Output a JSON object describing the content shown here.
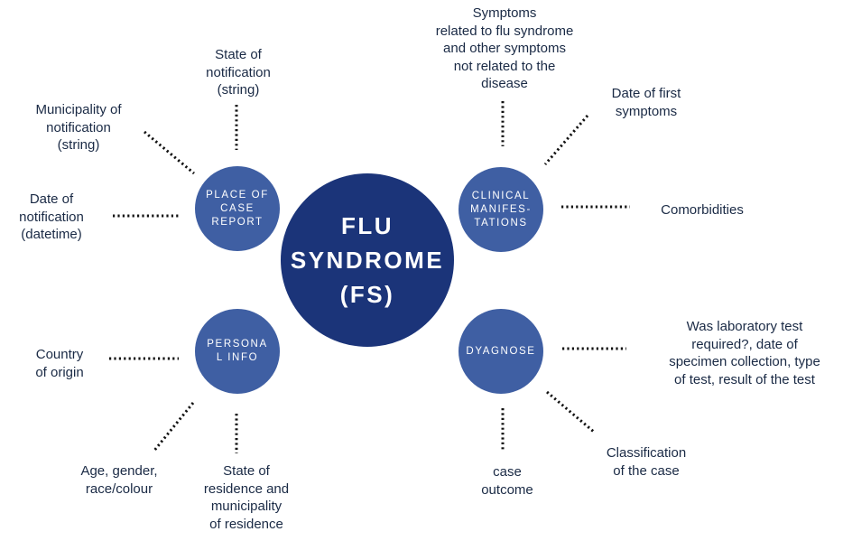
{
  "center": {
    "line1": "FLU",
    "line2": "SYNDROME",
    "line3": "(FS)"
  },
  "nodes": {
    "place": {
      "line1": "PLACE OF",
      "line2": "CASE",
      "line3": "REPORT"
    },
    "clinical": {
      "line1": "CLINICAL",
      "line2": "MANIFES-",
      "line3": "TATIONS"
    },
    "personal": {
      "line1": "PERSONA",
      "line2": "L INFO"
    },
    "diagnose": {
      "line1": "DYAGNOSE"
    }
  },
  "labels": {
    "state_notification": [
      "State of",
      "notification",
      "(string)"
    ],
    "municipality_notification": [
      "Municipality of",
      "notification",
      "(string)"
    ],
    "date_notification": [
      "Date of",
      "notification",
      "(datetime)"
    ],
    "symptoms": [
      "Symptoms",
      "related to flu syndrome",
      "and other symptoms",
      "not related to the",
      "disease"
    ],
    "date_first_symptoms": [
      "Date of first",
      "symptoms"
    ],
    "comorbidities": [
      "Comorbidities"
    ],
    "country_origin": [
      "Country",
      "of origin"
    ],
    "age_gender": [
      "Age, gender,",
      "race/colour"
    ],
    "state_residence": [
      "State of",
      "residence and",
      "municipality",
      "of residence"
    ],
    "lab_test": [
      "Was laboratory test",
      "required?, date of",
      "specimen collection, type",
      "of test, result of the test"
    ],
    "classification": [
      "Classification",
      "of the case"
    ],
    "case_outcome": [
      "case",
      "outcome"
    ]
  },
  "colors": {
    "center": "#1b3479",
    "node": "#3f5fa3",
    "text": "#1a2a45",
    "connector": "#111111"
  }
}
